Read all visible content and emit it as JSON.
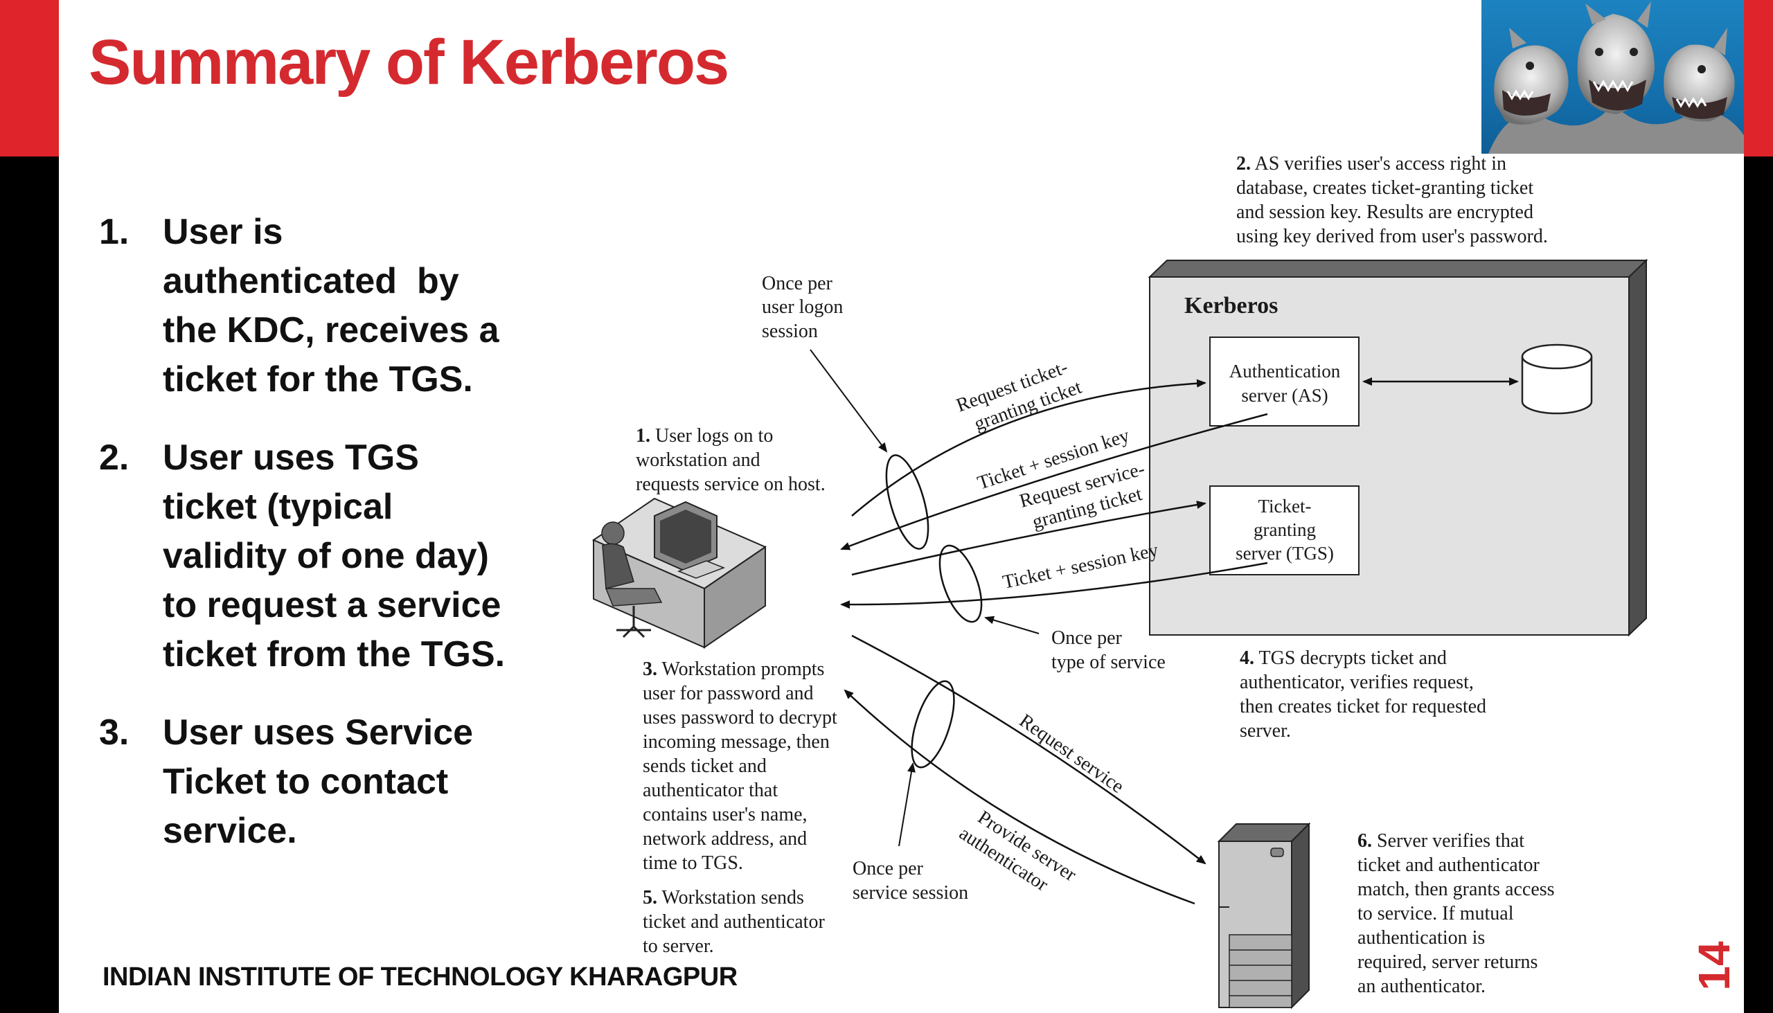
{
  "slide": {
    "title": "Summary of Kerberos",
    "footer": "INDIAN INSTITUTE OF TECHNOLOGY KHARAGPUR",
    "page_number": "14",
    "colors": {
      "accent": "#d42a2f",
      "bar": "#e0242c",
      "side": "#000000"
    }
  },
  "bullets": [
    {
      "num": "1.",
      "lines": [
        "User is",
        "authenticated  by",
        "the KDC, receives a",
        "ticket for the TGS."
      ]
    },
    {
      "num": "2.",
      "lines": [
        "User uses TGS",
        "ticket (typical",
        "validity of one day)",
        "to request a service",
        "ticket from the TGS."
      ]
    },
    {
      "num": "3.",
      "lines": [
        "User uses Service",
        "Ticket to contact",
        "service."
      ]
    }
  ],
  "diagram": {
    "kerberos_label": "Kerberos",
    "as_lines": [
      "Authentication",
      "server (AS)"
    ],
    "tgs_lines": [
      "Ticket-",
      "granting",
      "server (TGS)"
    ],
    "step1": {
      "num": "1.",
      "lines": [
        "User logs on to",
        "workstation and",
        "requests service on host."
      ]
    },
    "step2": {
      "num": "2.",
      "lines": [
        "AS verifies user's access right in",
        "database, creates ticket-granting ticket",
        "and session key. Results are encrypted",
        "using key derived from user's password."
      ]
    },
    "step3": {
      "num": "3.",
      "lines": [
        "Workstation prompts",
        "user for password and",
        "uses password to decrypt",
        "incoming message, then",
        "sends ticket and",
        "authenticator that",
        "contains user's name,",
        "network address, and",
        "time to TGS."
      ]
    },
    "step4": {
      "num": "4.",
      "lines": [
        "TGS decrypts ticket and",
        "authenticator, verifies request,",
        "then creates ticket for requested",
        "server."
      ]
    },
    "step5": {
      "num": "5.",
      "lines": [
        "Workstation sends",
        "ticket and authenticator",
        "to server."
      ]
    },
    "step6": {
      "num": "6.",
      "lines": [
        "Server verifies that",
        "ticket and authenticator",
        "match, then grants access",
        "to service. If mutual",
        "authentication is",
        "required, server returns",
        "an authenticator."
      ]
    },
    "once_logon": [
      "Once per",
      "user logon",
      "session"
    ],
    "once_type": [
      "Once per",
      "type of service"
    ],
    "once_service": [
      "Once per",
      "service session"
    ],
    "arrow_labels": {
      "req_tgt": [
        "Request ticket-",
        "granting ticket"
      ],
      "ticket_key_1": "Ticket + session key",
      "req_sgt": [
        "Request service-",
        "granting ticket"
      ],
      "ticket_key_2": "Ticket + session key",
      "request_service": "Request service",
      "provide_auth": [
        "Provide server",
        "authenticator"
      ]
    }
  }
}
